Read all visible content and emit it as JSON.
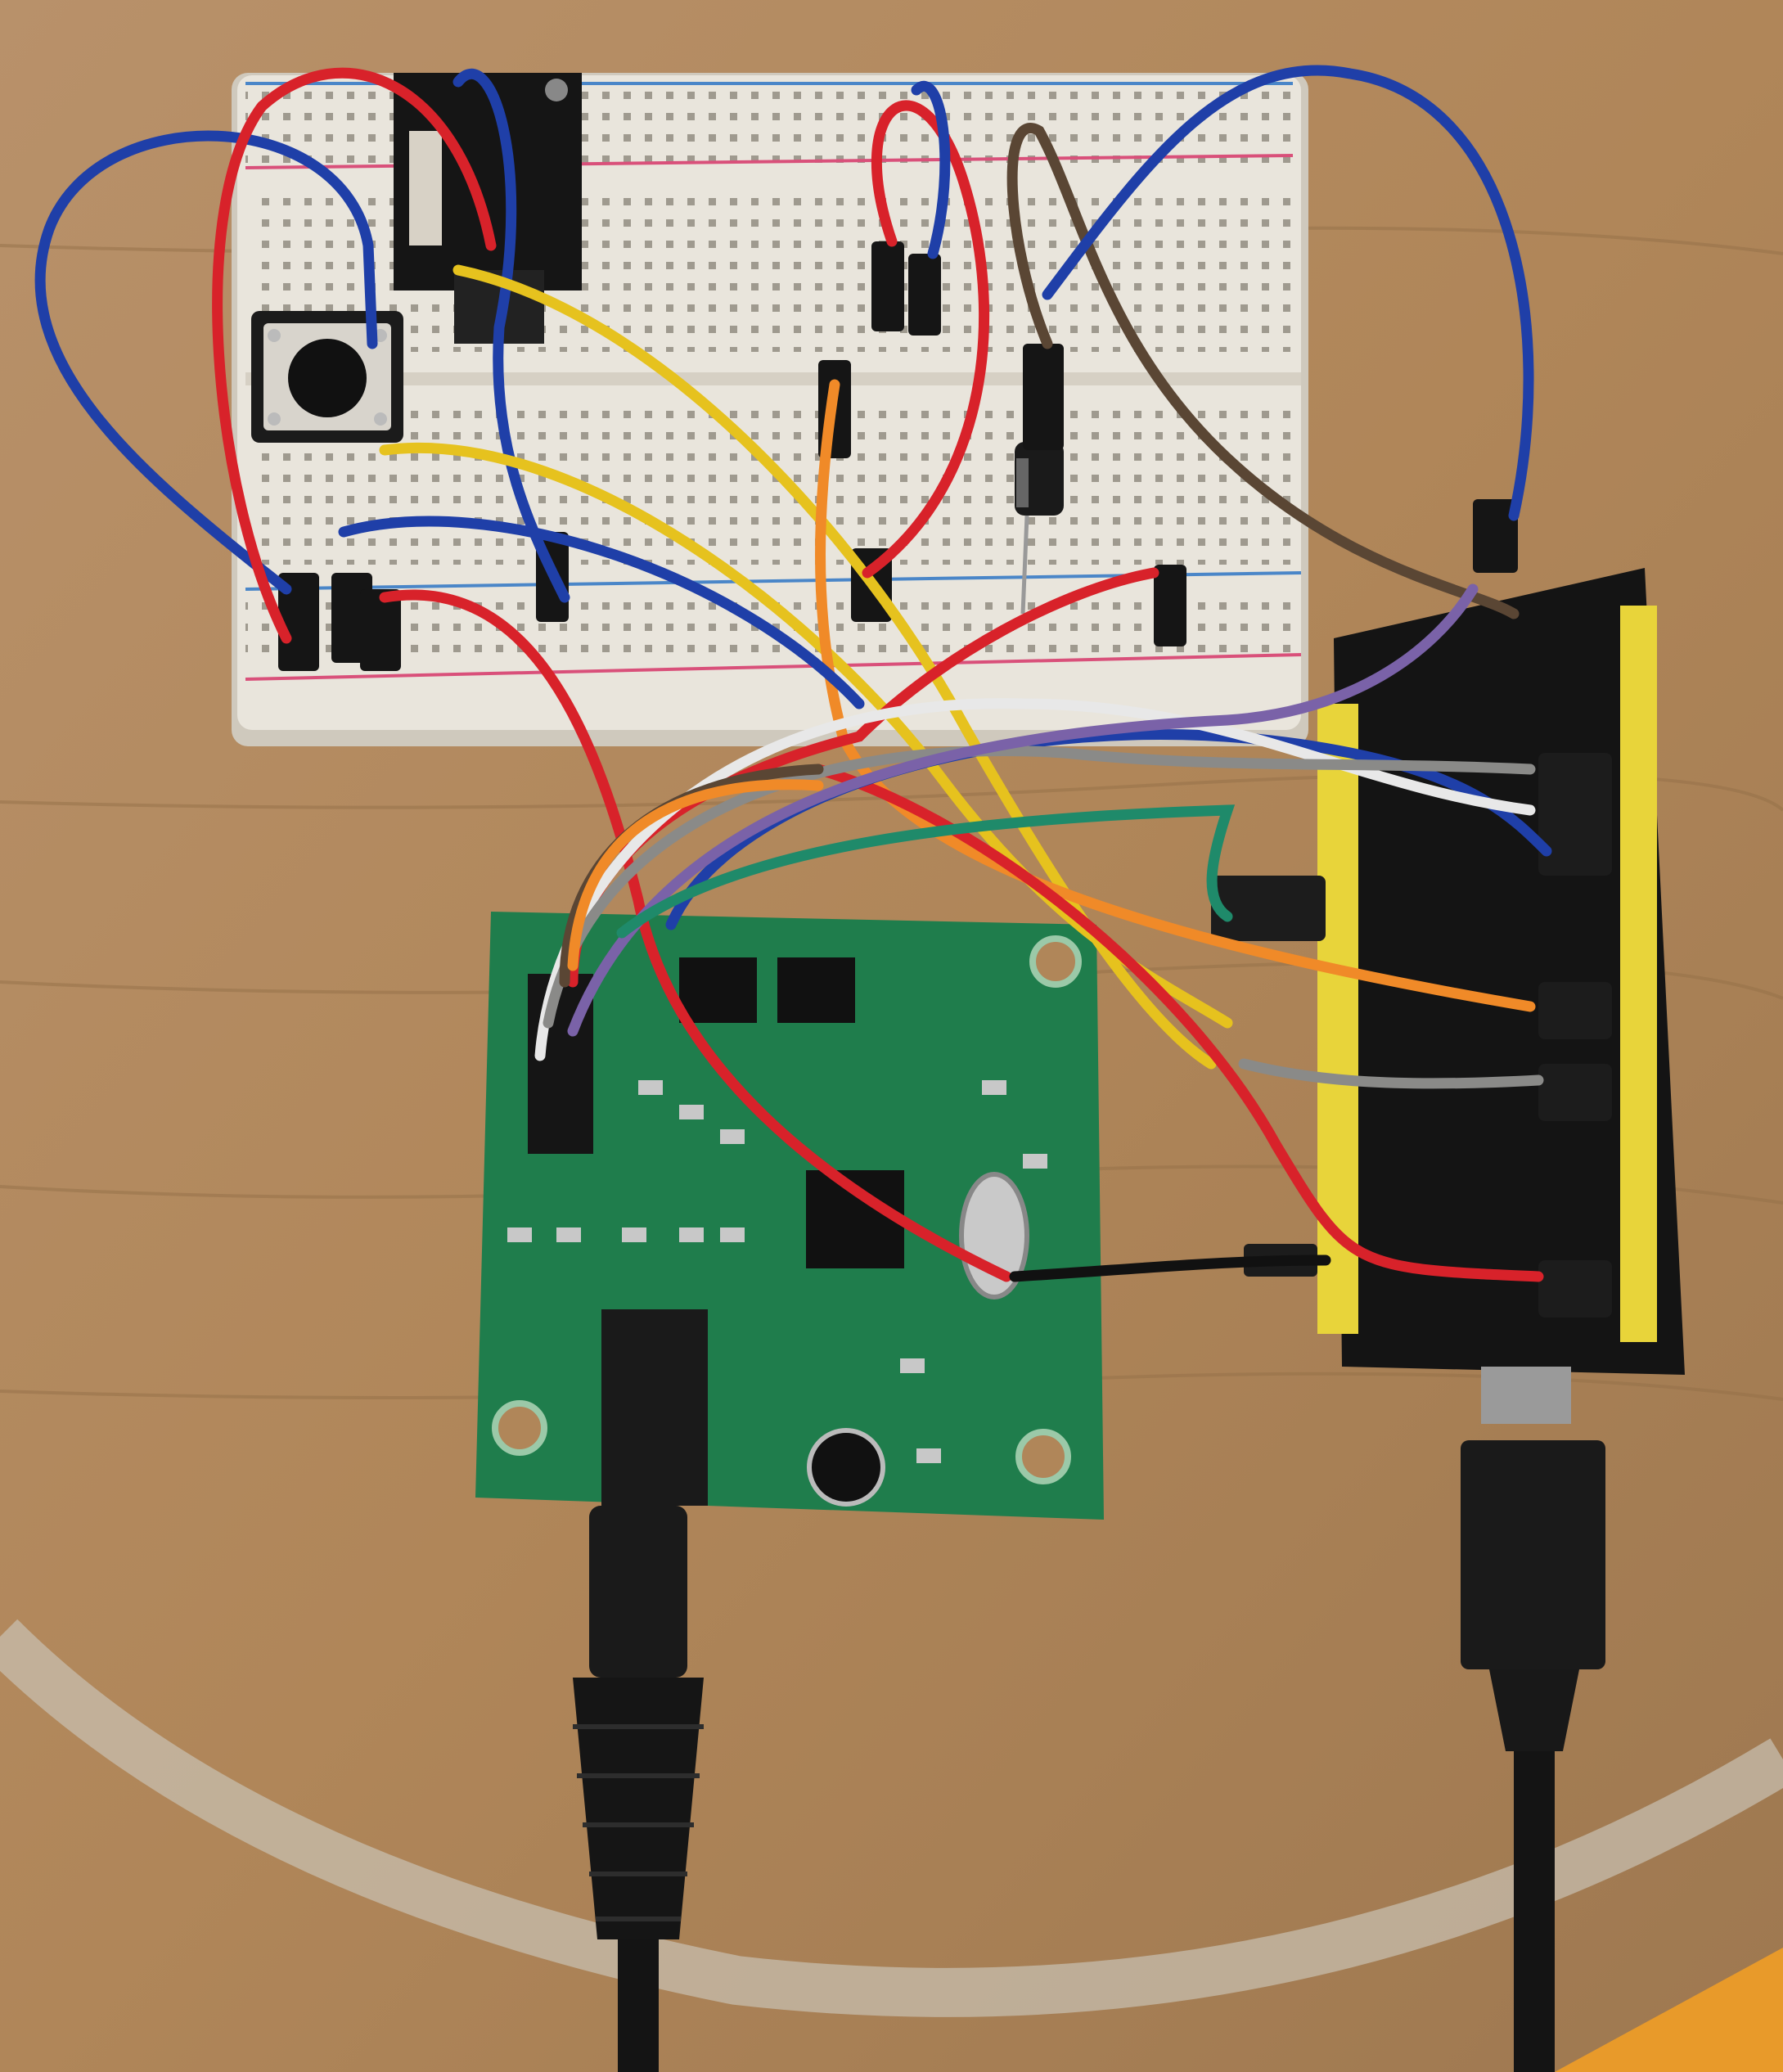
{
  "scene": {
    "colors": {
      "wood": "#b38c60",
      "wood_dark": "#8f6a44",
      "breadboard": "#e9e5dc",
      "breadboard_shadow": "#cfc9bd",
      "rail_red": "#d9507a",
      "rail_blue": "#4a86c8",
      "pcb_green": "#1f7d4c",
      "mcu_black": "#141414",
      "header_yellow": "#e8d43a",
      "cable_black": "#1a1a1a",
      "wire_red": "#d8222a",
      "wire_blue": "#1f3fa8",
      "wire_yellow": "#e6c21e",
      "wire_orange": "#f08a28",
      "wire_brown": "#5a4634",
      "wire_gray": "#8a8a88",
      "wire_white": "#e8e8e8",
      "wire_purple": "#7a62a8",
      "wire_green": "#1f8a6a"
    },
    "objects": [
      "breadboard",
      "push-button",
      "sensor-module",
      "capacitor",
      "audio-codec-board",
      "microcontroller-board",
      "audio-cable",
      "usb-cable",
      "jumper-wires"
    ]
  }
}
